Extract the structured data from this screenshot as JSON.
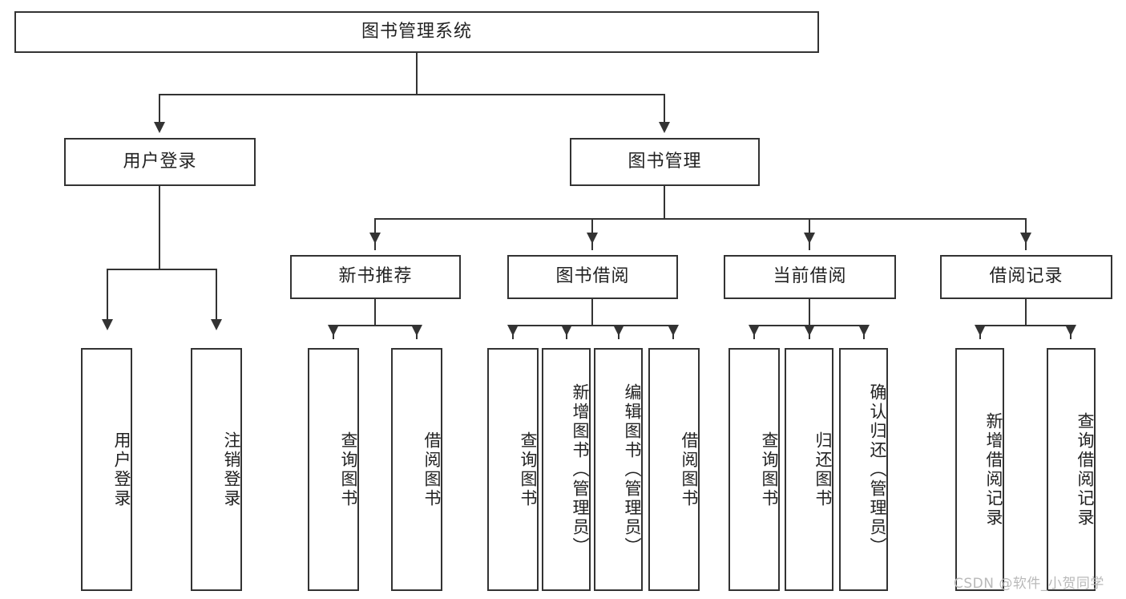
{
  "diagram": {
    "title": "图书管理系统",
    "type": "tree-hierarchy-chart",
    "line_color": "#333333",
    "box_fill": "#ffffff",
    "text_color": "#222222"
  },
  "root": {
    "label": "图书管理系统"
  },
  "level2": [
    {
      "id": "user-login",
      "label": "用户登录"
    },
    {
      "id": "book-manage",
      "label": "图书管理"
    }
  ],
  "level3": [
    {
      "id": "new-book-recommend",
      "label": "新书推荐"
    },
    {
      "id": "book-borrow",
      "label": "图书借阅"
    },
    {
      "id": "current-borrow",
      "label": "当前借阅"
    },
    {
      "id": "borrow-record",
      "label": "借阅记录"
    }
  ],
  "leaves": {
    "user_login": [
      {
        "id": "login",
        "label": "用户登录"
      },
      {
        "id": "logout",
        "label": "注销登录"
      }
    ],
    "new_book_recommend": [
      {
        "id": "query-book",
        "label": "查询图书"
      },
      {
        "id": "borrow-book",
        "label": "借阅图书"
      }
    ],
    "book_borrow": [
      {
        "id": "query-book",
        "label": "查询图书"
      },
      {
        "id": "add-book-admin",
        "label": "新增图书（管理员）"
      },
      {
        "id": "edit-book-admin",
        "label": "编辑图书（管理员）"
      },
      {
        "id": "borrow-book",
        "label": "借阅图书"
      }
    ],
    "current_borrow": [
      {
        "id": "query-book",
        "label": "查询图书"
      },
      {
        "id": "return-book",
        "label": "归还图书"
      },
      {
        "id": "confirm-return-admin",
        "label": "确认归还（管理员）"
      }
    ],
    "borrow_record": [
      {
        "id": "add-borrow-record",
        "label": "新增借阅记录"
      },
      {
        "id": "query-borrow-record",
        "label": "查询借阅记录"
      }
    ]
  },
  "watermark": {
    "text": "CSDN @软件_小贺同学"
  }
}
